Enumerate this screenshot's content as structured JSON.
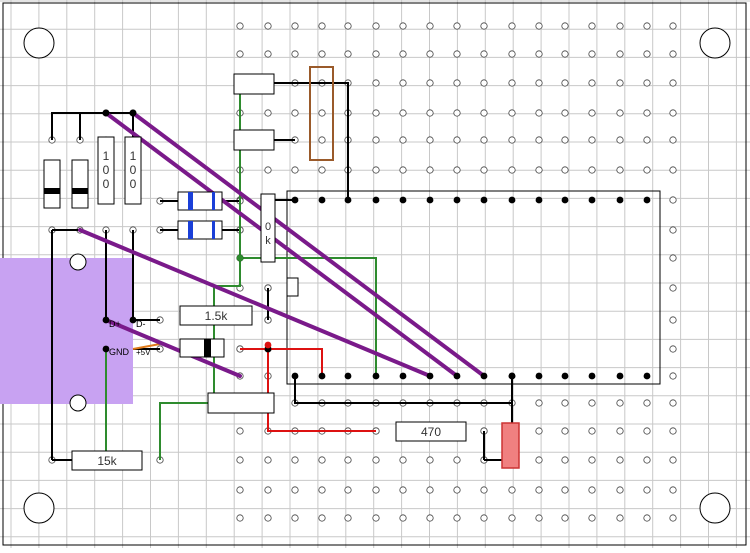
{
  "board": {
    "colors": {
      "grid": "#c8c8c8",
      "board_outline": "#000000",
      "wire_black": "#000000",
      "wire_green": "#2e8b2e",
      "wire_red": "#dd1111",
      "wire_purple": "#7a1a8a",
      "wire_orange": "#e07a1a",
      "usb_fill": "#c8a2f2",
      "pot_outline": "#9a5a2a",
      "led_fill": "#f08080",
      "led_stroke": "#cc3333",
      "diode_blue_band": "#1a3fd8"
    }
  },
  "components": {
    "r_vert_left": {
      "label": "1\n0\n0"
    },
    "r_vert_right": {
      "label": "1\n0\n0"
    },
    "r_1k5": {
      "label": "1.5k"
    },
    "r_10k": {
      "label": "0\nk"
    },
    "r_470": {
      "label": "470"
    },
    "r_15k": {
      "label": "15k"
    }
  },
  "usb": {
    "pins": {
      "dplus": "D+",
      "dminus": "D-",
      "gnd": "GND",
      "vcc": "+5V"
    }
  }
}
